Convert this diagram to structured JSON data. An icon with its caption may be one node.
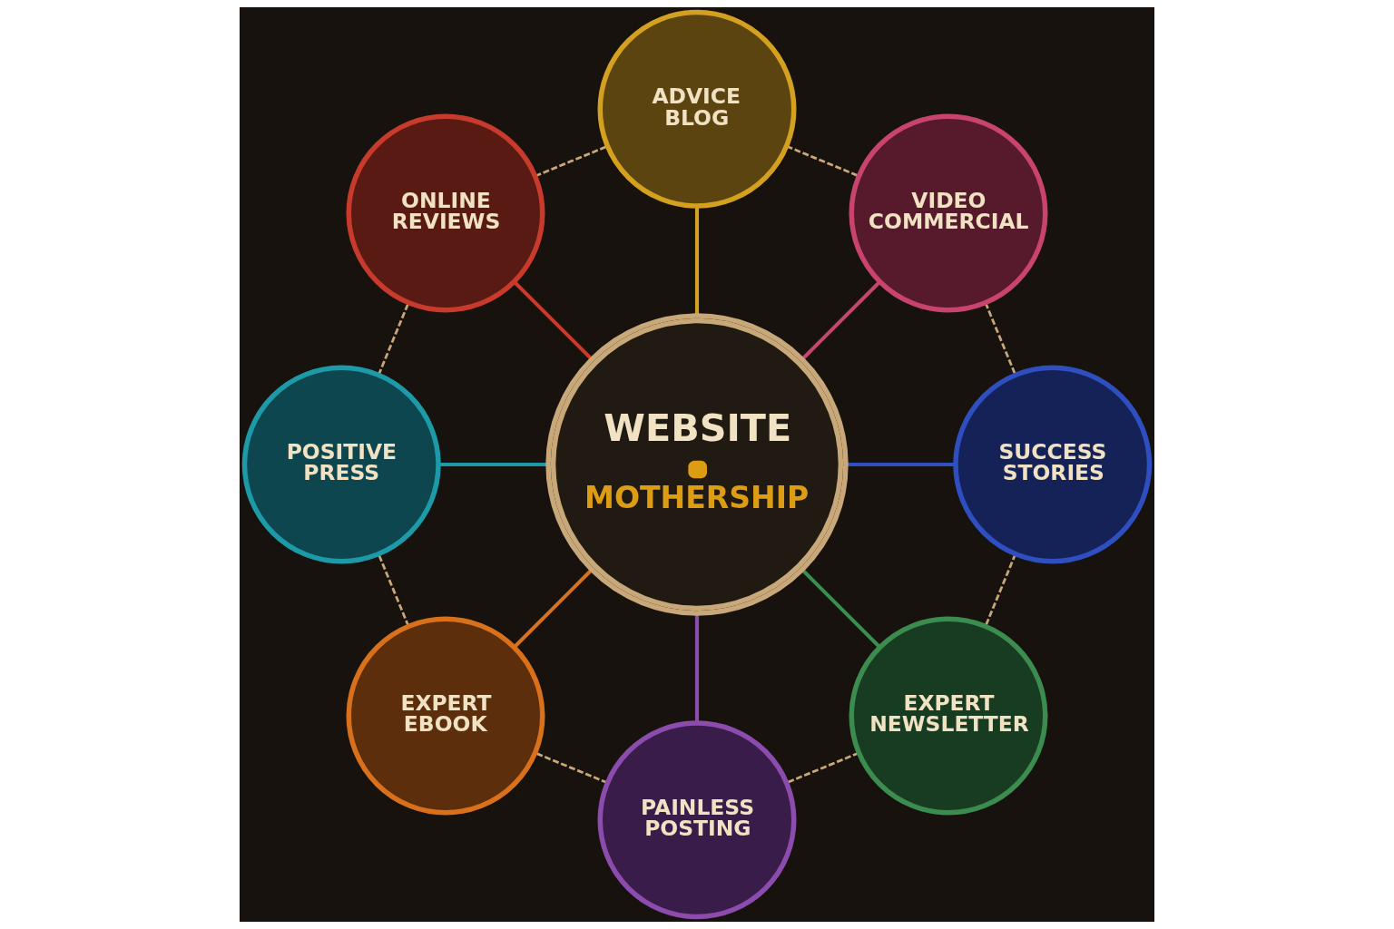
{
  "diagram": {
    "nodes": [
      {
        "text": [
          "WEBSITE",
          "MOTHERSHIP"
        ]
      },
      {
        "text": [
          "ADVICE BLOG"
        ]
      },
      {
        "text": [
          "ONLINE REVIEWS"
        ]
      },
      {
        "text": [
          "VIDEO COMMERCIAL"
        ]
      },
      {
        "text": [
          "POSITIVE PRESS"
        ]
      },
      {
        "text": [
          "SUCCESS STORIES"
        ]
      },
      {
        "text": [
          "EXPERT EBOOK"
        ]
      },
      {
        "text": [
          "EXPERT NEWSLETTER"
        ]
      },
      {
        "text": [
          "PAINLESS POSTING"
        ]
      }
    ],
    "edges": [
      {
        "from": 0,
        "to": 5,
        "arrow": "none",
        "color": "#2f4fc0"
      },
      {
        "from": 0,
        "to": 3,
        "arrow": "none",
        "color": "#c8446c"
      },
      {
        "from": 0,
        "to": 1,
        "arrow": "none",
        "color": "#d4a020"
      },
      {
        "from": 0,
        "to": 2,
        "arrow": "none",
        "color": "#c83a2c"
      },
      {
        "from": 0,
        "to": 4,
        "arrow": "none",
        "color": "#1c9aa8"
      },
      {
        "from": 0,
        "to": 6,
        "arrow": "none",
        "color": "#d8701c"
      },
      {
        "from": 0,
        "to": 8,
        "arrow": "none",
        "color": "#8c4cae"
      },
      {
        "from": 0,
        "to": 7,
        "arrow": "none",
        "color": "#3c8c50"
      },
      {
        "from": 1,
        "to": 3,
        "arrow": "none",
        "style": "dashed",
        "color": "#c8a878"
      },
      {
        "from": 3,
        "to": 5,
        "arrow": "none",
        "style": "dashed",
        "color": "#c8a878"
      },
      {
        "from": 5,
        "to": 7,
        "arrow": "none",
        "style": "dashed",
        "color": "#c8a878"
      },
      {
        "from": 7,
        "to": 8,
        "arrow": "none",
        "style": "dashed",
        "color": "#c8a878"
      },
      {
        "from": 8,
        "to": 6,
        "arrow": "none",
        "style": "dashed",
        "color": "#c8a878"
      },
      {
        "from": 6,
        "to": 4,
        "arrow": "none",
        "style": "dashed",
        "color": "#c8a878"
      },
      {
        "from": 4,
        "to": 2,
        "arrow": "none",
        "style": "dashed",
        "color": "#c8a878"
      },
      {
        "from": 2,
        "to": 1,
        "arrow": "none",
        "style": "dashed",
        "color": "#c8a878"
      }
    ]
  }
}
